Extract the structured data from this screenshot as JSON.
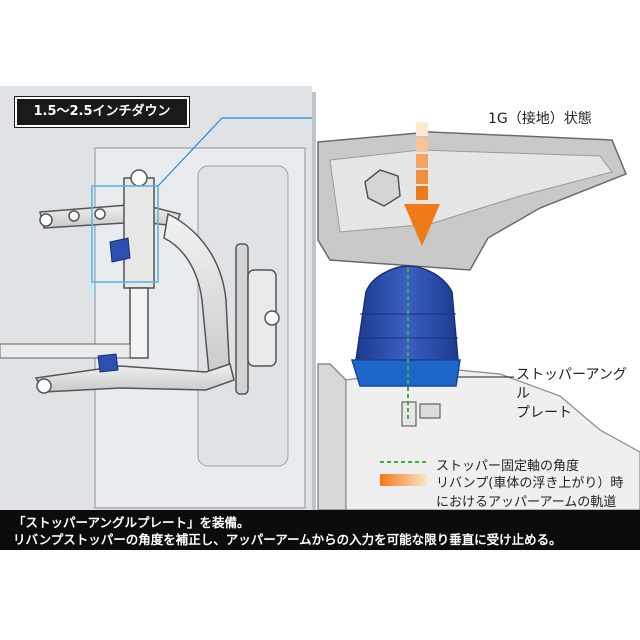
{
  "tag_label": "1.5〜2.5インチダウン",
  "callout_1g": "1G（接地）状態",
  "plate_label_line1": "ストッパーアングル",
  "plate_label_line2": "プレート",
  "legend": {
    "dashed_line": "ストッパー固定軸の角度",
    "trajectory_line1": "リバンプ(車体の浮き上がり）時",
    "trajectory_line2": "におけるアッパーアームの軌道"
  },
  "caption": {
    "line1": "「ストッパーアングルプレート」を装備。",
    "line2": "リバンプストッパーの角度を補正し、アッパーアームからの入力を可能な限り垂直に受け止める。"
  },
  "colors": {
    "stopper_blue": "#2c4fb0",
    "plate_blue": "#1f66c9",
    "arrow_orange": "#ef7a1a",
    "dashed_green": "#3fae3f",
    "callout_line": "#2f87c9",
    "highlight_box": "#5fb7d8",
    "caption_bg": "#0c0c0c"
  }
}
